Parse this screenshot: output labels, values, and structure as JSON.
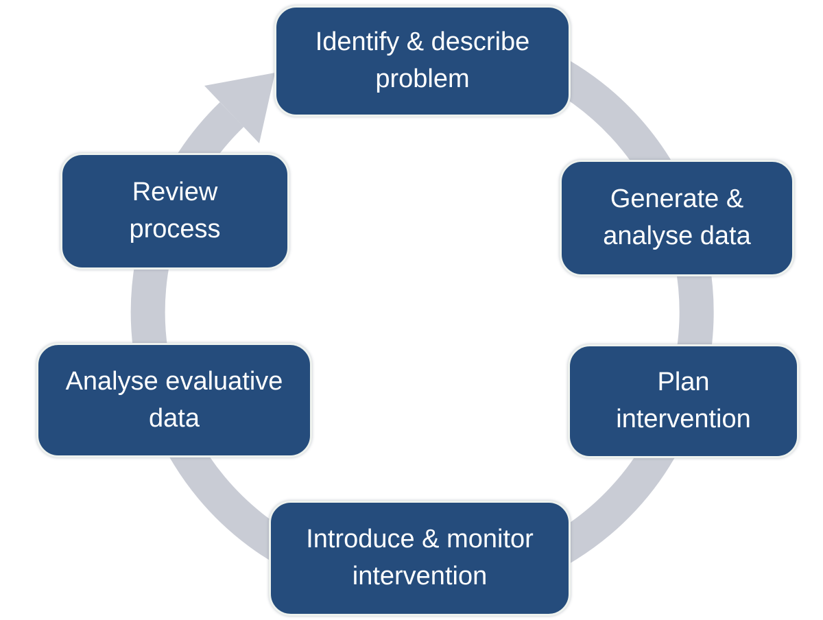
{
  "diagram": {
    "type": "cycle",
    "direction": "clockwise",
    "background_color": "#FFFFFF",
    "arrow_color": "#C9CCD5",
    "node_fill_color": "#254C7C",
    "node_border_color": "#EEF2EE",
    "node_text_color": "#FFFFFF",
    "nodes": [
      {
        "id": "identify-describe-problem",
        "label": "Identify & describe problem",
        "line1": "Identify & describe",
        "line2": "problem"
      },
      {
        "id": "generate-analyse-data",
        "label": "Generate & analyse data",
        "line1": "Generate &",
        "line2": "analyse data"
      },
      {
        "id": "plan-intervention",
        "label": "Plan intervention",
        "line1": "Plan",
        "line2": "intervention"
      },
      {
        "id": "introduce-monitor-intervention",
        "label": "Introduce & monitor intervention",
        "line1": "Introduce & monitor",
        "line2": "intervention"
      },
      {
        "id": "analyse-evaluative-data",
        "label": "Analyse evaluative data",
        "line1": "Analyse evaluative",
        "line2": "data"
      },
      {
        "id": "review-process",
        "label": "Review process",
        "line1": "Review",
        "line2": "process"
      }
    ]
  }
}
